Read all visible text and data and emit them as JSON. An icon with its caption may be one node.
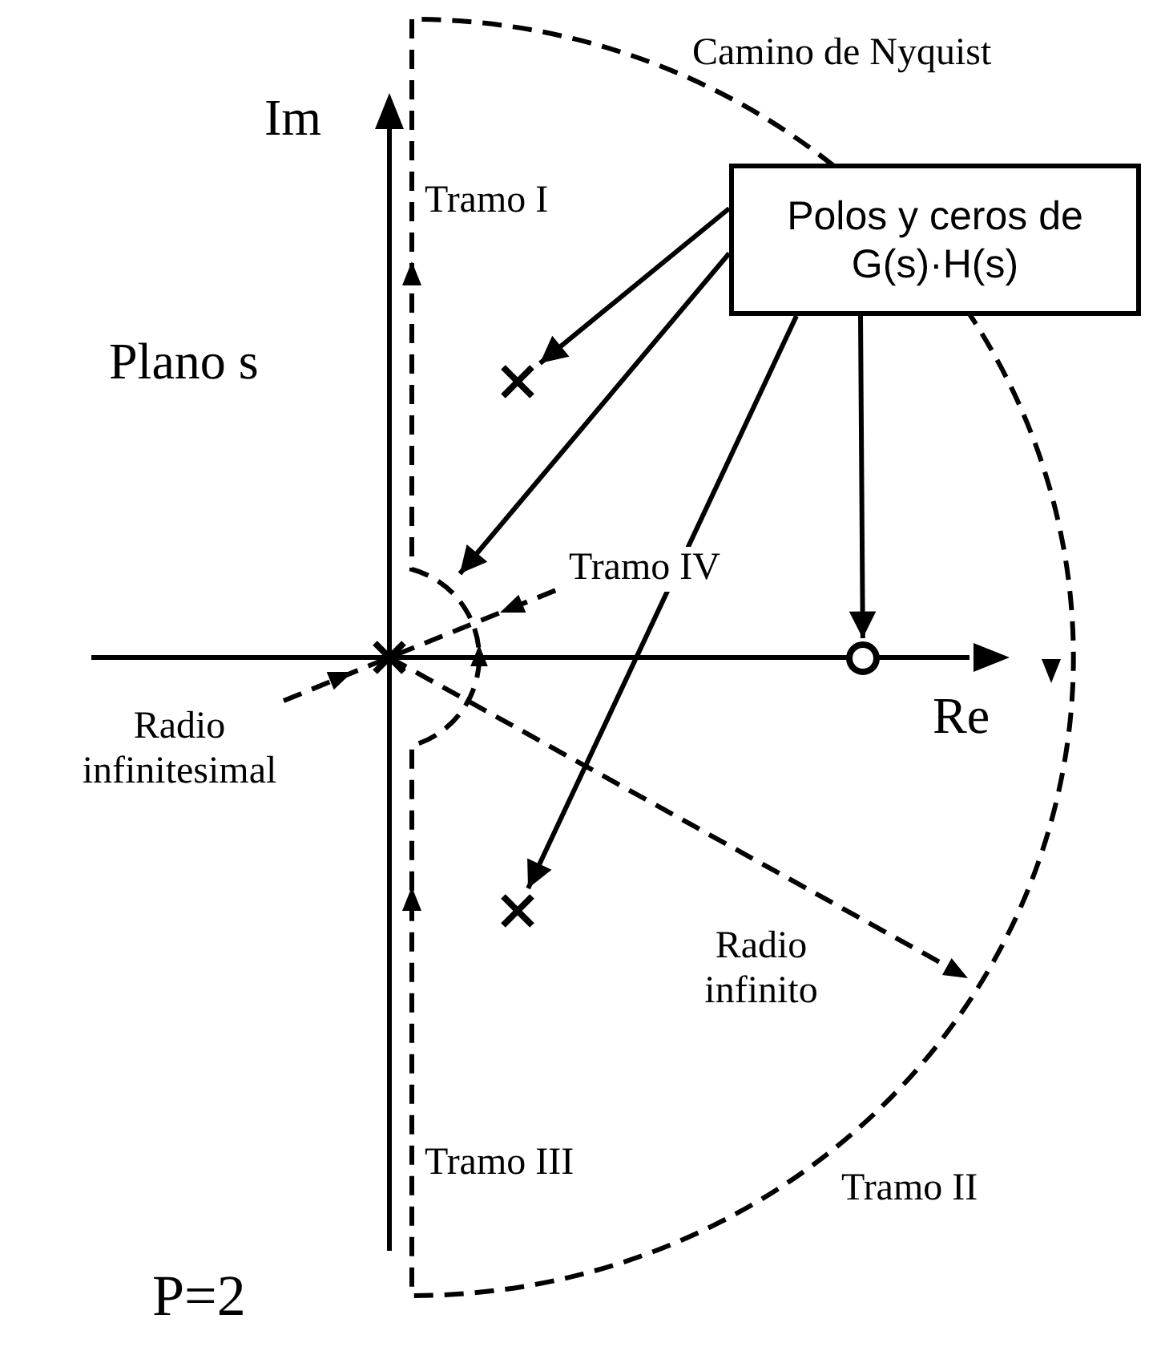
{
  "diagram": {
    "nodes": [
      {
        "text": [
          "Polos y ceros de G(s)·H(s)"
        ]
      },
      {
        "text": [],
        "shape": "cross"
      },
      {
        "text": [],
        "shape": "cross"
      },
      {
        "text": [],
        "shape": "cross"
      },
      {
        "text": [],
        "shape": "circle"
      }
    ],
    "edges": [
      {
        "from": 0,
        "to": 1,
        "arrow": "to"
      },
      {
        "from": 0,
        "to": 2,
        "arrow": "to"
      },
      {
        "from": 0,
        "to": 3,
        "arrow": "to"
      },
      {
        "from": 0,
        "to": 4,
        "arrow": "to"
      }
    ],
    "labels": [
      "Camino de Nyquist",
      "Im",
      "Tramo I",
      "Plano s",
      "Tramo IV",
      "Re",
      "Radio infinitesimal",
      "Radio infinito",
      "Tramo III",
      "Tramo II",
      "P=2"
    ]
  }
}
